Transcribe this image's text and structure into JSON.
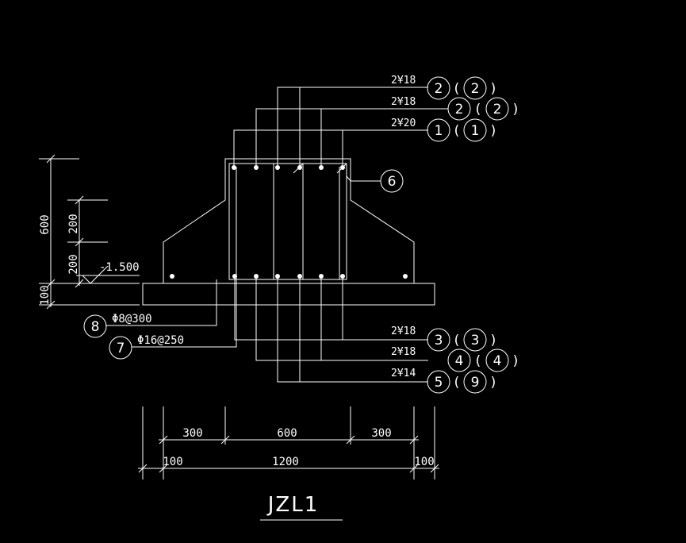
{
  "drawing": {
    "title": "JZL1",
    "top_bars": [
      {
        "text": "2¥18",
        "marks": [
          "2",
          "2"
        ]
      },
      {
        "text": "2¥18",
        "marks": [
          "2",
          "2"
        ]
      },
      {
        "text": "2¥20",
        "marks": [
          "1",
          "1"
        ]
      }
    ],
    "stirrup_mark": "6",
    "bottom_bars": [
      {
        "text": "2¥18",
        "marks": [
          "3",
          "3"
        ]
      },
      {
        "text": "2¥18",
        "marks": [
          "4",
          "4"
        ]
      },
      {
        "text": "2¥14",
        "marks": [
          "5",
          "9"
        ]
      }
    ],
    "left_notes": [
      {
        "mark": "8",
        "text": "Φ8@300"
      },
      {
        "mark": "7",
        "text": "Φ16@250"
      }
    ],
    "level": "-1.500",
    "vertical_dims": [
      "600",
      "200",
      "200",
      "100"
    ],
    "dims_row1": [
      "300",
      "600",
      "300"
    ],
    "dims_row2": [
      "100",
      "1200",
      "100"
    ],
    "colors": {
      "background": "#000000",
      "lines": "#ffffff"
    }
  }
}
